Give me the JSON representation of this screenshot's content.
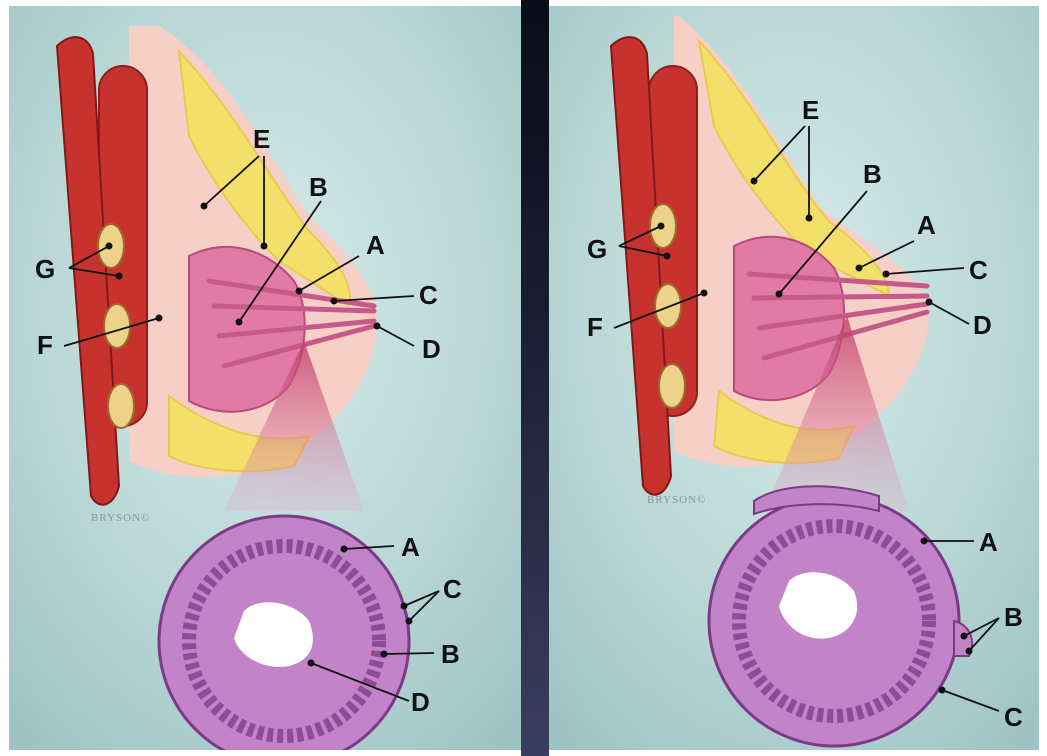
{
  "left_panel": {
    "signature": "BRYSON©",
    "labels": {
      "A": "A",
      "B": "B",
      "C": "C",
      "D": "D",
      "E": "E",
      "F": "F",
      "G": "G",
      "inset_A": "A",
      "inset_B": "B",
      "inset_C": "C",
      "inset_D": "D"
    }
  },
  "right_panel": {
    "signature": "BRYSON©",
    "labels": {
      "A": "A",
      "B": "B",
      "C": "C",
      "D": "D",
      "E": "E",
      "F": "F",
      "G": "G",
      "inset_A": "A",
      "inset_B": "B",
      "inset_C": "C"
    }
  },
  "colors": {
    "background": "#b9d6d6",
    "muscle": "#c8322e",
    "fat": "#f2e06a",
    "gland": "#e27aa6",
    "tissue": "#f6cfc6",
    "cells": "#b066b8"
  }
}
